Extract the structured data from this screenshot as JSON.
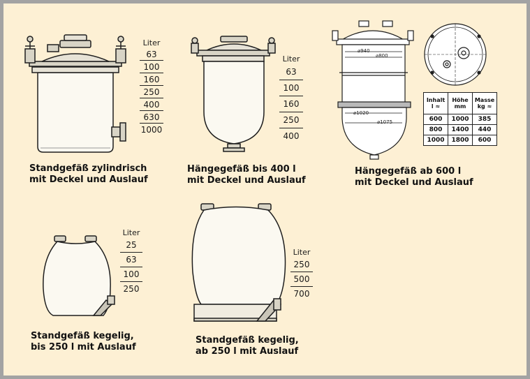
{
  "vessels": [
    {
      "caption": [
        "Standgefäß zylindrisch",
        "mit Deckel und Auslauf"
      ],
      "volume_header": "Liter",
      "volumes": [
        "63",
        "100",
        "160",
        "250",
        "400",
        "630",
        "1000"
      ]
    },
    {
      "caption": [
        "Hängegefäß bis 400 l",
        "mit Deckel und Auslauf"
      ],
      "volume_header": "Liter",
      "volumes": [
        "63",
        "100",
        "160",
        "250",
        "400"
      ]
    },
    {
      "caption": [
        "Hängegefäß ab 600 l",
        "mit Deckel und Auslauf"
      ],
      "dimensions": [
        "⌀940",
        "⌀800",
        "⌀1020",
        "⌀1075"
      ],
      "spec_table": {
        "headers": [
          "Inhalt l ≈",
          "Höhe mm",
          "Masse kg ≈"
        ],
        "rows": [
          [
            "600",
            "1000",
            "385"
          ],
          [
            "800",
            "1400",
            "440"
          ],
          [
            "1000",
            "1800",
            "600"
          ]
        ]
      }
    },
    {
      "caption": [
        "Standgefäß kegelig,",
        "bis 250 l mit Auslauf"
      ],
      "volume_header": "Liter",
      "volumes": [
        "25",
        "63",
        "100",
        "250"
      ]
    },
    {
      "caption": [
        "Standgefäß kegelig,",
        "ab 250 l mit Auslauf"
      ],
      "volume_header": "Liter",
      "volumes": [
        "250",
        "500",
        "700"
      ]
    }
  ],
  "colors": {
    "background": "#fdf0d4",
    "border": "#a3a3a3",
    "vessel_fill": "#fbf9f1",
    "outline": "#1e1e1e"
  }
}
